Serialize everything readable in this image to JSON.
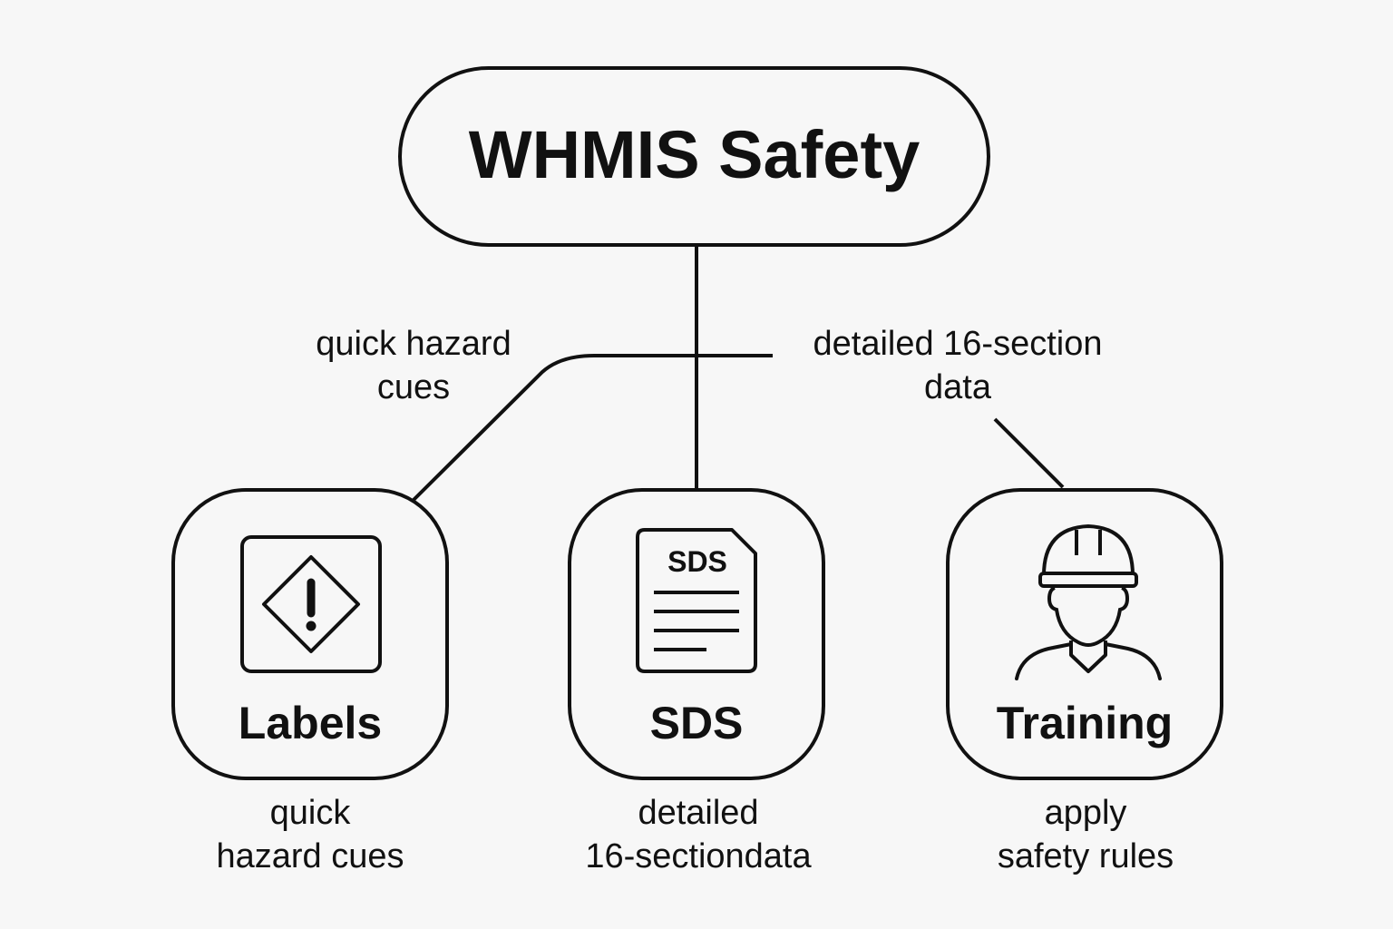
{
  "diagram": {
    "root": {
      "title": "WHMIS Safety"
    },
    "edge_labels": {
      "left": "quick hazard\ncues",
      "right": "detailed 16-section\ndata"
    },
    "nodes": [
      {
        "label": "Labels",
        "icon": "warning-sign-icon",
        "caption": "quick\nhazard cues"
      },
      {
        "label": "SDS",
        "icon": "sds-document-icon",
        "icon_text": "SDS",
        "caption": "detailed\n16-sectiondata"
      },
      {
        "label": "Training",
        "icon": "worker-hardhat-icon",
        "caption": "apply\nsafety rules"
      }
    ],
    "colors": {
      "stroke": "#111111",
      "background": "#f7f7f7"
    }
  }
}
